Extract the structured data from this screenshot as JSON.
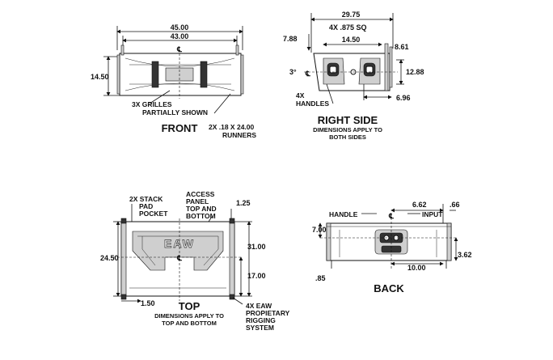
{
  "views": {
    "front": {
      "title": "FRONT",
      "dim_overall_width": "45.00",
      "dim_inner_width": "43.00",
      "dim_height": "14.50",
      "note_grilles_1": "3X GRILLES",
      "note_grilles_2": "PARTIALLY SHOWN",
      "note_runners_1": "2X .18 X 24.00",
      "note_runners_2": "RUNNERS",
      "centerline": "℄"
    },
    "right_side": {
      "title": "RIGHT SIDE",
      "subtitle_1": "DIMENSIONS APPLY TO",
      "subtitle_2": "BOTH SIDES",
      "dim_width": "29.75",
      "dim_sq": "4X .875 SQ",
      "dim_handle_spacing": "14.50",
      "dim_left": "7.88",
      "dim_right": "8.61",
      "dim_height": "12.88",
      "dim_bottom": "6.96",
      "angle": "3°",
      "note_handles_1": "4X",
      "note_handles_2": "HANDLES",
      "centerline": "℄"
    },
    "top": {
      "title": "TOP",
      "subtitle_1": "DIMENSIONS APPLY TO",
      "subtitle_2": "TOP AND BOTTOM",
      "note_stack_1": "2X STACK",
      "note_stack_2": "PAD",
      "note_stack_3": "POCKET",
      "note_access_1": "ACCESS",
      "note_access_2": "PANEL",
      "note_access_3": "TOP AND",
      "note_access_4": "BOTTOM",
      "dim_corner": "1.25",
      "dim_depth": "24.50",
      "dim_width": "31.00",
      "dim_17": "17.00",
      "dim_150": "1.50",
      "note_rig_1": "4X EAW",
      "note_rig_2": "PROPIETARY",
      "note_rig_3": "RIGGING",
      "note_rig_4": "SYSTEM",
      "logo": "EAW",
      "centerline": "℄"
    },
    "back": {
      "title": "BACK",
      "label_handle": "HANDLE",
      "label_input": "INPUT",
      "dim_662": "6.62",
      "dim_066": ".66",
      "dim_700": "7.00",
      "dim_362": "3.62",
      "dim_1000": "10.00",
      "dim_085": ".85",
      "centerline": "℄"
    }
  }
}
